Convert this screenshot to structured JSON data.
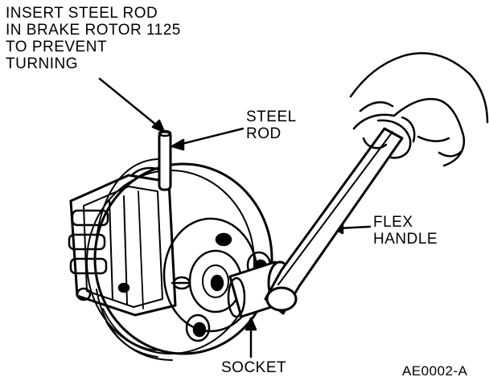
{
  "instruction": {
    "lines": [
      "INSERT STEEL ROD",
      "IN BRAKE ROTOR 1125",
      "TO PREVENT",
      "TURNING"
    ]
  },
  "labels": {
    "steel_rod": [
      "STEEL",
      "ROD"
    ],
    "flex_handle": [
      "FLEX",
      "HANDLE"
    ],
    "socket": "SOCKET"
  },
  "figure_id": "AE0002-A",
  "colors": {
    "ink": "#000000",
    "paper": "#ffffff"
  }
}
